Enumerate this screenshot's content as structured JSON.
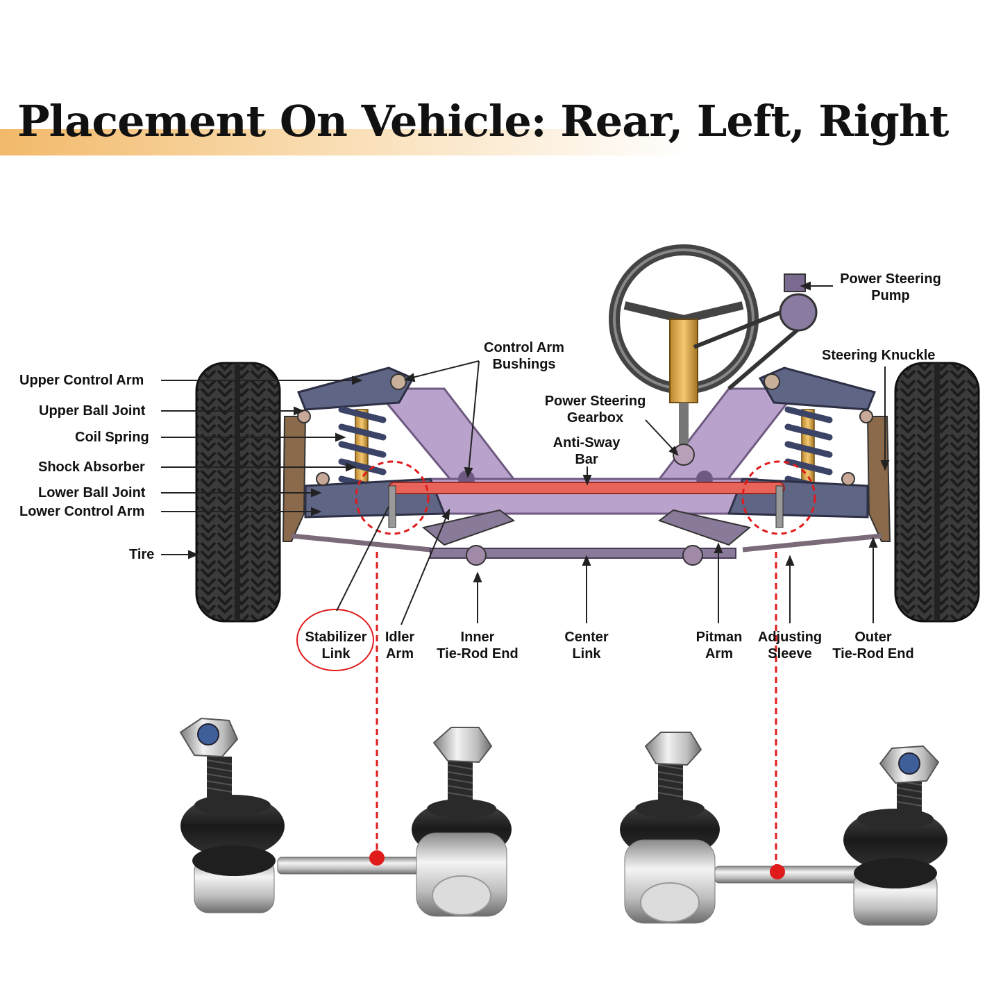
{
  "title": "Placement On Vehicle: Rear, Left, Right",
  "colors": {
    "accent_band": "#f2b96a",
    "frame": "#b9a3cc",
    "frame_dark": "#6e5a80",
    "arm": "#5f6585",
    "sway_bar": "#e8645a",
    "highlight": "#e01b1b",
    "tire": "#3a3a3a",
    "metal": "#c9c9c9"
  },
  "labels": {
    "upper_control_arm": "Upper Control Arm",
    "upper_ball_joint": "Upper Ball Joint",
    "coil_spring": "Coil Spring",
    "shock_absorber": "Shock Absorber",
    "lower_ball_joint": "Lower Ball Joint",
    "lower_control_arm": "Lower Control Arm",
    "tire": "Tire",
    "control_arm_bushings_1": "Control Arm",
    "control_arm_bushings_2": "Bushings",
    "power_steering_gearbox_1": "Power Steering",
    "power_steering_gearbox_2": "Gearbox",
    "anti_sway_bar_1": "Anti-Sway",
    "anti_sway_bar_2": "Bar",
    "power_steering_pump_1": "Power Steering",
    "power_steering_pump_2": "Pump",
    "steering_knuckle": "Steering Knuckle",
    "stabilizer_link_1": "Stabilizer",
    "stabilizer_link_2": "Link",
    "idler_arm_1": "Idler",
    "idler_arm_2": "Arm",
    "inner_tie_rod_1": "Inner",
    "inner_tie_rod_2": "Tie-Rod End",
    "center_link_1": "Center",
    "center_link_2": "Link",
    "pitman_arm_1": "Pitman",
    "pitman_arm_2": "Arm",
    "adjusting_sleeve_1": "Adjusting",
    "adjusting_sleeve_2": "Sleeve",
    "outer_tie_rod_1": "Outer",
    "outer_tie_rod_2": "Tie-Rod End"
  }
}
